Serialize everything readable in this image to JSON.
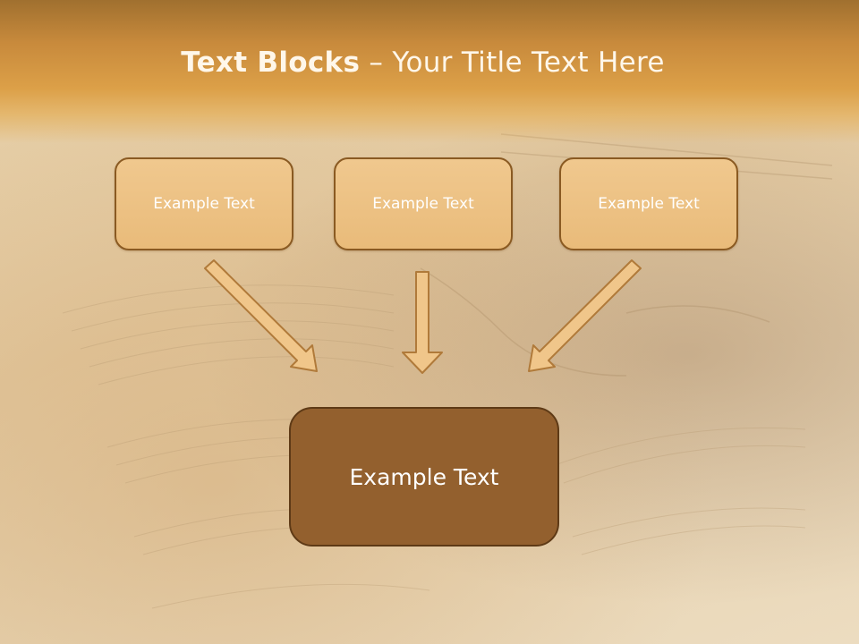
{
  "title": {
    "bold_part": "Text Blocks",
    "separator": " – ",
    "regular_part": "Your Title Text Here"
  },
  "top_boxes": [
    {
      "label": "Example Text"
    },
    {
      "label": "Example Text"
    },
    {
      "label": "Example Text"
    }
  ],
  "center_box": {
    "label": "Example Text"
  },
  "colors": {
    "header_band": "#dca048",
    "box_fill": "#e9bb7a",
    "box_border": "#8a5a22",
    "center_fill": "#93602e",
    "arrow_fill": "#f0c68a",
    "arrow_stroke": "#b07a3a"
  }
}
